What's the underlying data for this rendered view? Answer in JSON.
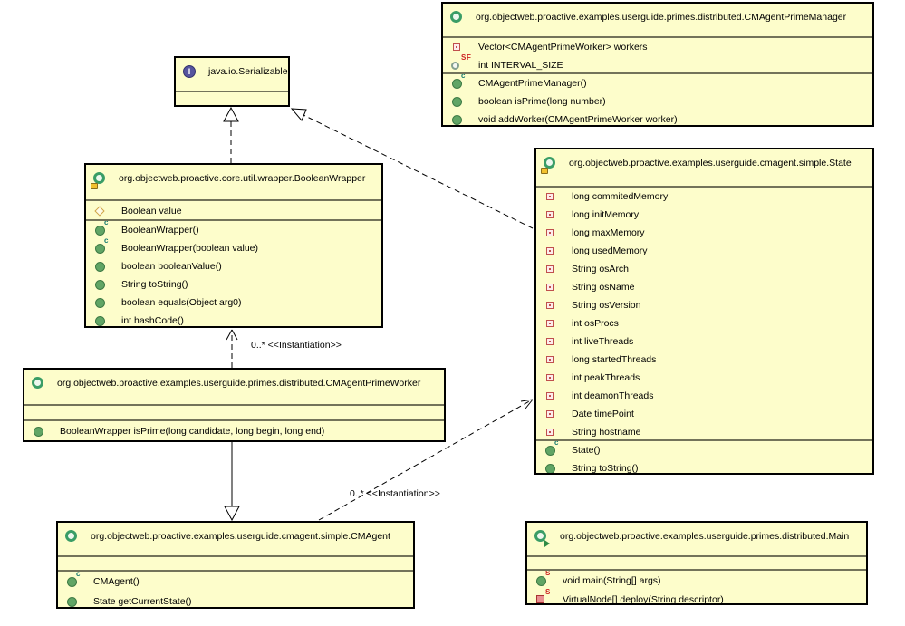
{
  "diagram": {
    "kind": "uml-class-diagram",
    "node_fill": "#fdfdcb",
    "node_border": "#000000",
    "background": "#ffffff"
  },
  "classes": [
    {
      "id": "serializable",
      "kind": "interface",
      "icon": "interface-icon",
      "name": "java.io.Serializable",
      "fields": [],
      "methods": []
    },
    {
      "id": "manager",
      "kind": "class",
      "icon": "class-icon",
      "name": "org.objectweb.proactive.examples.userguide.primes.distributed.CMAgentPrimeManager",
      "fields": [
        {
          "icon": "private-field-icon",
          "text": "Vector<CMAgentPrimeWorker> workers"
        },
        {
          "icon": "static-final-field-icon",
          "badges": [
            "S",
            "F"
          ],
          "text": "int INTERVAL_SIZE"
        }
      ],
      "methods": [
        {
          "icon": "public-constructor-icon",
          "badge": "c",
          "text": "CMAgentPrimeManager()"
        },
        {
          "icon": "public-method-icon",
          "text": "boolean isPrime(long number)"
        },
        {
          "icon": "public-method-icon",
          "text": "void addWorker(CMAgentPrimeWorker worker)"
        }
      ]
    },
    {
      "id": "booleanwrapper",
      "kind": "class",
      "icon": "class-icon-with-lock",
      "name": "org.objectweb.proactive.core.util.wrapper.BooleanWrapper",
      "fields": [
        {
          "icon": "default-field-icon",
          "text": "Boolean value"
        }
      ],
      "methods": [
        {
          "icon": "public-constructor-icon",
          "badge": "c",
          "text": "BooleanWrapper()"
        },
        {
          "icon": "public-constructor-icon",
          "badge": "c",
          "text": "BooleanWrapper(boolean value)"
        },
        {
          "icon": "public-method-icon",
          "text": "boolean booleanValue()"
        },
        {
          "icon": "public-method-icon",
          "text": "String toString()"
        },
        {
          "icon": "public-method-icon",
          "text": "boolean equals(Object arg0)"
        },
        {
          "icon": "public-method-icon",
          "text": "int hashCode()"
        }
      ]
    },
    {
      "id": "state",
      "kind": "class",
      "icon": "class-icon-with-lock",
      "name": "org.objectweb.proactive.examples.userguide.cmagent.simple.State",
      "fields": [
        {
          "icon": "private-field-icon",
          "text": "long commitedMemory"
        },
        {
          "icon": "private-field-icon",
          "text": "long initMemory"
        },
        {
          "icon": "private-field-icon",
          "text": "long maxMemory"
        },
        {
          "icon": "private-field-icon",
          "text": "long usedMemory"
        },
        {
          "icon": "private-field-icon",
          "text": "String osArch"
        },
        {
          "icon": "private-field-icon",
          "text": "String osName"
        },
        {
          "icon": "private-field-icon",
          "text": "String osVersion"
        },
        {
          "icon": "private-field-icon",
          "text": "int osProcs"
        },
        {
          "icon": "private-field-icon",
          "text": "int liveThreads"
        },
        {
          "icon": "private-field-icon",
          "text": "long startedThreads"
        },
        {
          "icon": "private-field-icon",
          "text": "int peakThreads"
        },
        {
          "icon": "private-field-icon",
          "text": "int deamonThreads"
        },
        {
          "icon": "private-field-icon",
          "text": "Date timePoint"
        },
        {
          "icon": "private-field-icon",
          "text": "String hostname"
        }
      ],
      "methods": [
        {
          "icon": "public-constructor-icon",
          "badge": "c",
          "text": "State()"
        },
        {
          "icon": "public-method-icon",
          "text": "String toString()"
        }
      ]
    },
    {
      "id": "worker",
      "kind": "class",
      "icon": "class-icon",
      "name": "org.objectweb.proactive.examples.userguide.primes.distributed.CMAgentPrimeWorker",
      "fields": [],
      "methods": [
        {
          "icon": "public-method-icon",
          "text": "BooleanWrapper isPrime(long candidate, long begin, long end)"
        }
      ]
    },
    {
      "id": "cmagent",
      "kind": "class",
      "icon": "class-icon",
      "name": "org.objectweb.proactive.examples.userguide.cmagent.simple.CMAgent",
      "fields": [],
      "methods": [
        {
          "icon": "public-constructor-icon",
          "badge": "c",
          "text": "CMAgent()"
        },
        {
          "icon": "public-method-icon",
          "text": "State getCurrentState()"
        }
      ]
    },
    {
      "id": "main",
      "kind": "class",
      "icon": "class-icon-with-run",
      "name": "org.objectweb.proactive.examples.userguide.primes.distributed.Main",
      "fields": [],
      "methods": [
        {
          "icon": "public-method-icon",
          "badge": "S",
          "text": "void main(String[] args)"
        },
        {
          "icon": "private-method-icon",
          "badge": "S",
          "text": "VirtualNode[] deploy(String descriptor)"
        }
      ]
    }
  ],
  "relationships": [
    {
      "from": "BooleanWrapper",
      "to": "java.io.Serializable",
      "type": "realization",
      "label": ""
    },
    {
      "from": "State",
      "to": "java.io.Serializable",
      "type": "realization",
      "label": ""
    },
    {
      "from": "CMAgentPrimeWorker",
      "to": "BooleanWrapper",
      "type": "dependency",
      "label": "0..* <<Instantiation>>"
    },
    {
      "from": "CMAgentPrimeWorker",
      "to": "CMAgent",
      "type": "generalization",
      "label": ""
    },
    {
      "from": "CMAgent",
      "to": "State",
      "type": "dependency",
      "label": "0..* <<Instantiation>>"
    }
  ]
}
